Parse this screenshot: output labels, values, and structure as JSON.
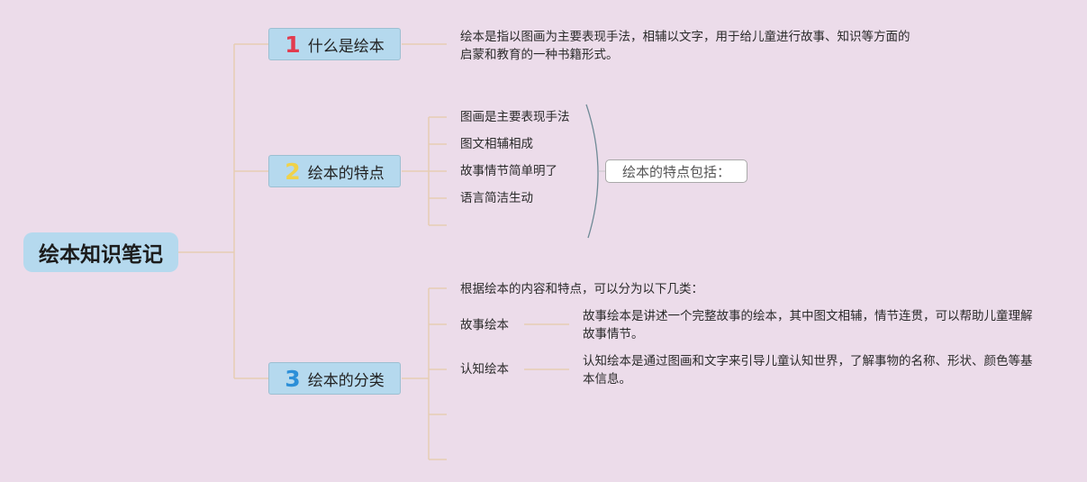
{
  "root": {
    "title": "绘本知识笔记"
  },
  "branches": [
    {
      "number": "1",
      "number_color": "#e23b4e",
      "label": "什么是绘本",
      "text": "绘本是指以图画为主要表现手法，相辅以文字，用于给儿童进行故事、知识等方面的启蒙和教育的一种书籍形式。"
    },
    {
      "number": "2",
      "number_color": "#f0d24a",
      "label": "绘本的特点",
      "items": [
        "图画是主要表现手法",
        "图文相辅相成",
        "故事情节简单明了",
        "语言简洁生动"
      ],
      "summary": "绘本的特点包括："
    },
    {
      "number": "3",
      "number_color": "#2c8fd8",
      "label": "绘本的分类",
      "intro": "根据绘本的内容和特点，可以分为以下几类：",
      "types": [
        {
          "name": "故事绘本",
          "desc": "故事绘本是讲述一个完整故事的绘本，其中图文相辅，情节连贯，可以帮助儿童理解故事情节。"
        },
        {
          "name": "认知绘本",
          "desc": "认知绘本是通过图画和文字来引导儿童认知世界，了解事物的名称、形状、颜色等基本信息。"
        }
      ]
    }
  ],
  "colors": {
    "background": "#ecdcea",
    "node": "#b5d9ee",
    "connector": "#e6cdb3"
  }
}
